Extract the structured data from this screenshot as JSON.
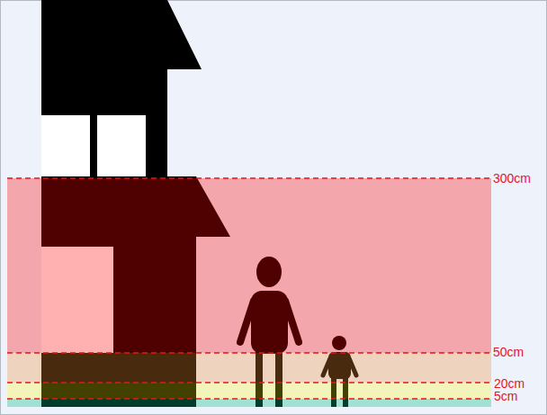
{
  "diagram": {
    "labels": [
      "300cm",
      "50cm",
      "20cm",
      "5cm"
    ]
  }
}
